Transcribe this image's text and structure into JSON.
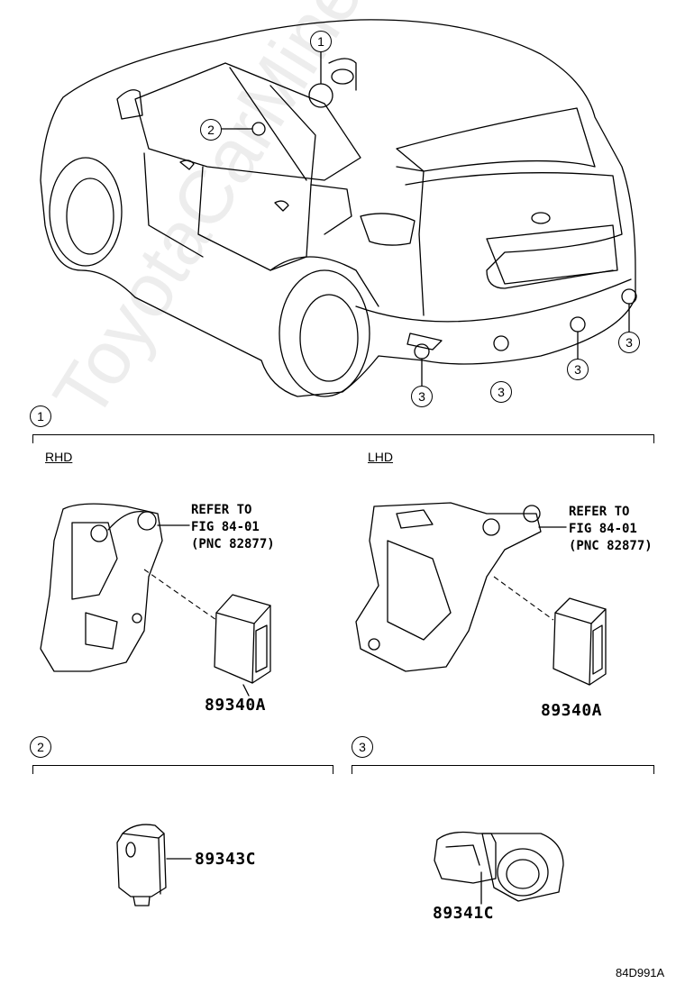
{
  "callouts": {
    "top_1": "1",
    "top_2": "2",
    "top_3a": "3",
    "top_3b": "3",
    "top_3c": "3",
    "top_3d": "3",
    "sec1": "1",
    "sec2": "2",
    "sec3": "3"
  },
  "section1": {
    "rhd_label": "RHD",
    "lhd_label": "LHD",
    "rhd_refer": "REFER TO\nFIG 84-01\n(PNC 82877)",
    "lhd_refer": "REFER TO\nFIG 84-01\n(PNC 82877)",
    "rhd_part": "89340A",
    "lhd_part": "89340A"
  },
  "section2": {
    "part": "89343C"
  },
  "section3": {
    "part": "89341C"
  },
  "figure_code": "84D991A",
  "watermark": "ToyotaCarMine.ru"
}
